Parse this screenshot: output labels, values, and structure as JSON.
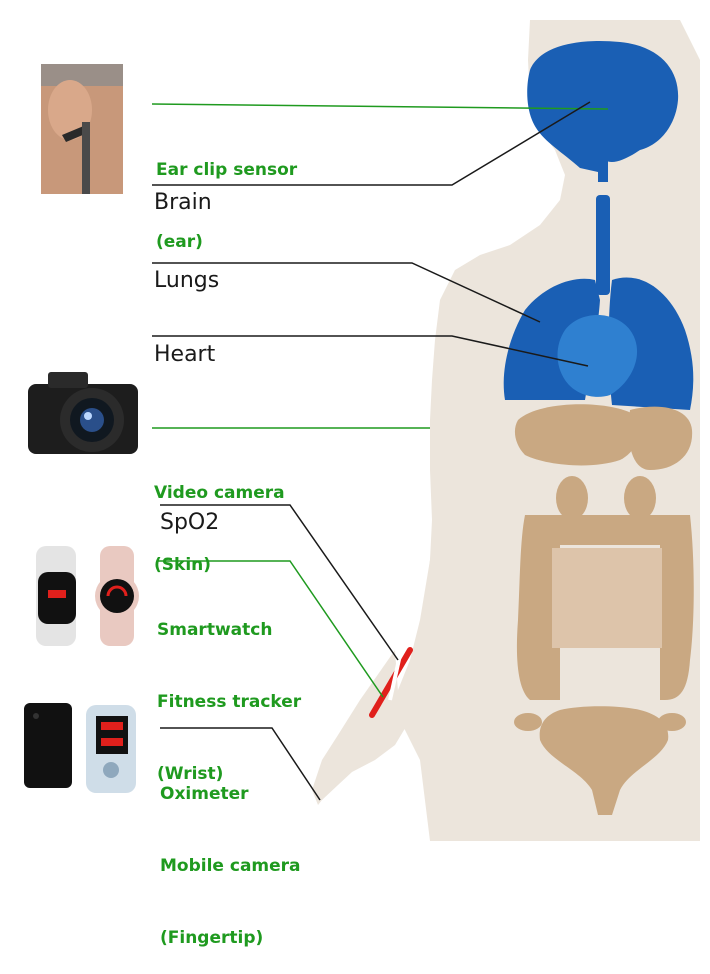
{
  "labels": {
    "ear_clip_line1": "Ear clip sensor",
    "ear_clip_line2": "(ear)",
    "brain": "Brain",
    "lungs": "Lungs",
    "heart": "Heart",
    "video_line1": "Video camera",
    "video_line2": "(Skin)",
    "spo2": "SpO2",
    "watch_line1": "Smartwatch",
    "watch_line2": "Fitness tracker",
    "watch_line3": "(Wrist)",
    "oxi_line1": "Oximeter",
    "oxi_line2": "Mobile camera",
    "oxi_line3": "(Fingertip)"
  },
  "colors": {
    "organ_label": "#1a1a1a",
    "sensor_label": "#1f9a1f",
    "body": "#e9e1d8",
    "organ_blue": "#1a5fb4",
    "digestive": "#c9a882",
    "artery": "#e0201c"
  },
  "device_icons": [
    "ear-clip-photo",
    "video-camera-icon",
    "smartwatch-icon",
    "fitness-tracker-icon",
    "mobile-phone-icon",
    "pulse-oximeter-icon"
  ]
}
